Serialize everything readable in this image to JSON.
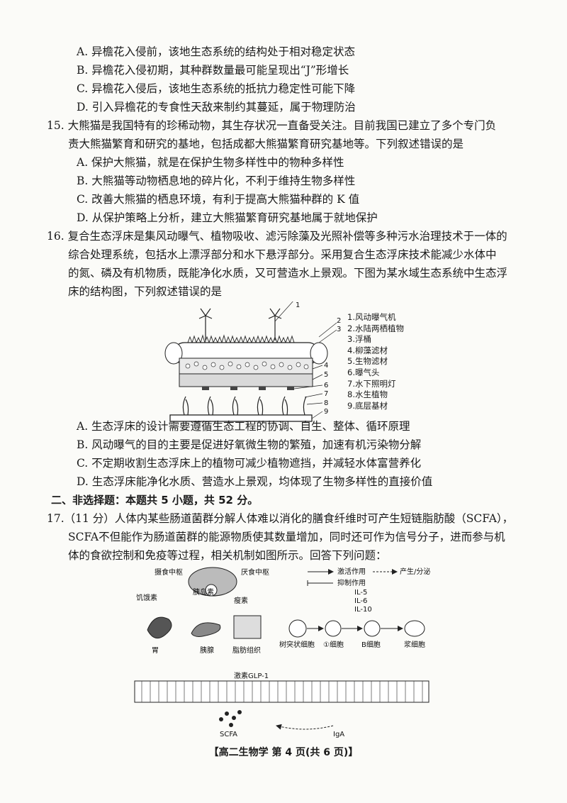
{
  "q14_options": [
    "A. 异檐花入侵前，该地生态系统的结构处于相对稳定状态",
    "B. 异檐花入侵初期，其种群数量最可能呈现出“J”形增长",
    "C. 异檐花入侵后，该地生态系统的抵抗力稳定性可能下降",
    "D. 引入异檐花的专食性天敌来制约其蔓延，属于物理防治"
  ],
  "q15": {
    "stem": [
      "15. 大熊猫是我国特有的珍稀动物，其生存状况一直备受关注。目前我国已建立了多个专门负",
      "责大熊猫繁育和研究的基地，包括成都大熊猫繁育研究基地等。下列叙述错误的是"
    ],
    "options": [
      "A. 保护大熊猫，就是在保护生物多样性中的物种多样性",
      "B. 大熊猫等动物栖息地的碎片化，不利于维持生物多样性",
      "C. 改善大熊猫的栖息环境，有利于提高大熊猫种群的 K 值",
      "D. 从保护策略上分析，建立大熊猫繁育研究基地属于就地保护"
    ]
  },
  "q16": {
    "stem": [
      "16. 复合生态浮床是集风动曝气、植物吸收、滤污除藻及光照补偿等多种污水治理技术于一体的",
      "综合处理系统，包括水上漂浮部分和水下悬浮部分。采用复合生态浮床技术能减少水体中",
      "的氮、磷及有机物质，既能净化水质，又可营造水上景观。下图为某水域生态系统中生态浮",
      "床的结构图，下列叙述错误的是"
    ],
    "diagram_numbers": [
      "1",
      "2",
      "3",
      "4",
      "5",
      "6",
      "7",
      "8",
      "9"
    ],
    "legend": [
      "1.风动曝气机",
      "2.水陆两栖植物",
      "3.浮桶",
      "4.柳藻滤材",
      "5.生物滤材",
      "6.曝气头",
      "7.水下照明灯",
      "8.水生植物",
      "9.底层基材"
    ],
    "options": [
      "A. 生态浮床的设计需要遵循生态工程的协调、自生、整体、循环原理",
      "B. 风动曝气的目的主要是促进好氧微生物的繁殖，加速有机污染物分解",
      "C. 不定期收割生态浮床上的植物可减少植物遮挡，并减轻水体富营养化",
      "D. 生态浮床能净化水质、营造水上景观，均体现了生物多样性的直接价值"
    ]
  },
  "section2": "二、非选择题：本题共 5 小题，共 52 分。",
  "q17": {
    "stem": [
      "17.（11 分）人体内某些肠道菌群分解人体难以消化的膳食纤维时可产生短链脂肪酸（SCFA），",
      "SCFA不但能作为肠道菌群的能源物质使其数量增加，同时还可作为信号分子，进而参与机",
      "体的食欲控制和免疫等过程，相关机制如图所示。回答下列问题："
    ],
    "labels": {
      "feeding_center": "摄食中枢",
      "satiety_center": "厌食中枢",
      "ghrelin": "饥饿素",
      "insulin": "胰岛素",
      "leptin": "瘦素",
      "stomach": "胃",
      "pancreas": "胰腺",
      "adipose": "脂肪组织",
      "glp1": "激素GLP-1",
      "scfa": "SCFA",
      "iga": "IgA",
      "dendritic": "树突状细胞",
      "cell1": "①细胞",
      "bcell": "B细胞",
      "plasma": "浆细胞",
      "il5": "IL-5",
      "il6": "IL-6",
      "il10": "IL-10"
    },
    "legend": {
      "activate": "激活作用",
      "produce": "产生/分泌",
      "inhibit": "抑制作用"
    }
  },
  "footer": "【高二生物学  第 4 页(共 6 页)】"
}
